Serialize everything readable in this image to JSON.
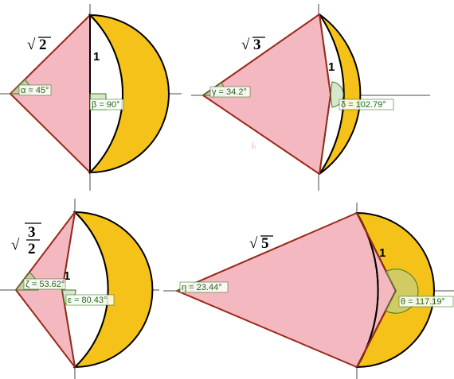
{
  "panels": [
    {
      "id": "p1",
      "ratio_label": "2",
      "side_label": "1",
      "left_angle": {
        "symbol": "α",
        "value": "45°"
      },
      "right_angle": {
        "symbol": "β",
        "value": "90°"
      }
    },
    {
      "id": "p2",
      "ratio_label": "3",
      "side_label": "1",
      "left_angle": {
        "symbol": "γ",
        "value": "34.2°"
      },
      "right_angle": {
        "symbol": "δ",
        "value": "102.79°"
      },
      "extra_label": "j₁"
    },
    {
      "id": "p3",
      "ratio_numerator": "3",
      "ratio_denominator": "2",
      "side_label": "1",
      "left_angle": {
        "symbol": "ζ",
        "value": "53.62°"
      },
      "right_angle": {
        "symbol": "ε",
        "value": "80.43°"
      }
    },
    {
      "id": "p4",
      "ratio_label": "5",
      "side_label": "1",
      "left_angle": {
        "symbol": "η",
        "value": "23.44°"
      },
      "right_angle": {
        "symbol": "θ",
        "value": "117.19°"
      }
    }
  ],
  "colors": {
    "kite_fill": "#f4b8c0",
    "kite_stroke": "#9a2a1a",
    "lune_fill": "#f5c21a",
    "angle_fill": "#b5d4a0",
    "angle_text": "#1a6a10"
  }
}
